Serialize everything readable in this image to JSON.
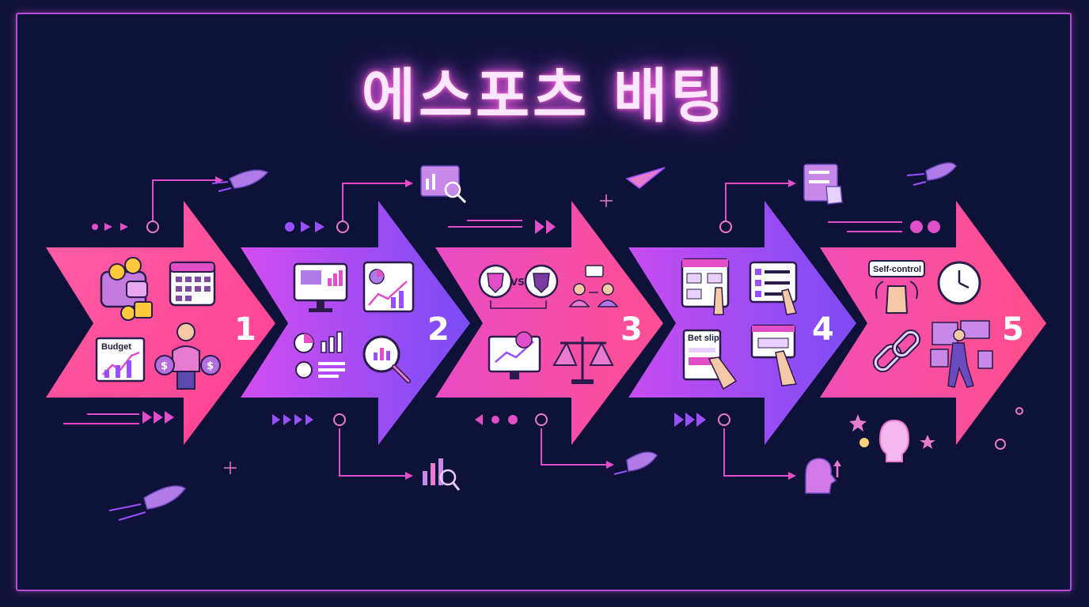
{
  "title": "에스포츠 배팅",
  "steps": [
    {
      "number": "1",
      "label": "Budget"
    },
    {
      "number": "2"
    },
    {
      "number": "3",
      "vs_label": "VS"
    },
    {
      "number": "4",
      "label": "Bet slip"
    },
    {
      "number": "5",
      "label": "Self-control"
    }
  ],
  "colors": {
    "background": "#0f1238",
    "pink": "#ff4fa0",
    "purple": "#9a4fff",
    "frame": "#b24fd6"
  }
}
